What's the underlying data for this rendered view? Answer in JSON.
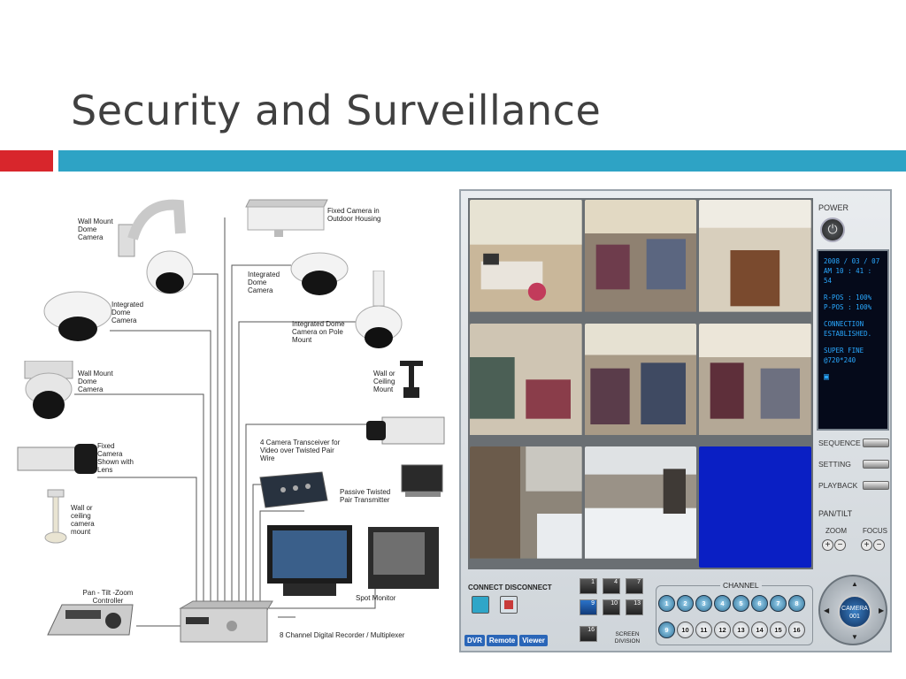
{
  "title": "Security and Surveillance",
  "colors": {
    "red_accent": "#d8262c",
    "blue_accent": "#2ea3c5",
    "title_text": "#404040",
    "status_text": "#29a8ff"
  },
  "diagram": {
    "labels": {
      "wall_mount_dome_1": "Wall Mount Dome Camera",
      "integrated_dome": "Integrated Dome Camera",
      "wall_mount_dome_2": "Wall Mount Dome Camera",
      "fixed_camera_lens": "Fixed Camera Shown with Lens",
      "wall_ceiling_mount_1": "Wall or ceiling camera mount",
      "ptz_controller": "Pan - Tilt -Zoom Controller",
      "fixed_outdoor": "Fixed Camera in Outdoor Housing",
      "integrated_dome_2": "Integrated Dome Camera",
      "integrated_dome_pole": "Integrated Dome Camera on Pole Mount",
      "wall_ceiling_mount_2": "Wall or Ceiling Mount",
      "transceiver": "4 Camera Transceiver for Video over Twisted Pair Wire",
      "passive_transmitter": "Passive Twisted Pair Transmitter",
      "spot_monitor": "Spot Monitor",
      "recorder": "8 Channel Digital Recorder / Multiplexer"
    }
  },
  "dvr": {
    "power_label": "POWER",
    "status": {
      "date": "2008 / 03 / 07",
      "time": "AM 10 : 41 : 54",
      "rpos": "R-POS : 100%",
      "ppos": "P-POS : 100%",
      "connection": "CONNECTION ESTABLISHED.",
      "quality": "SUPER FINE",
      "resolution": "@720*240"
    },
    "side_buttons": [
      "SEQUENCE",
      "SETTING",
      "PLAYBACK"
    ],
    "pan_tilt_label": "PAN/TILT",
    "zoom_label": "ZOOM",
    "focus_label": "FOCUS",
    "connect_label": "CONNECT",
    "disconnect_label": "DISCONNECT",
    "tabs": [
      "DVR",
      "Remote",
      "Viewer"
    ],
    "division_buttons": [
      "1",
      "4",
      "7",
      "9",
      "10",
      "13",
      "16"
    ],
    "screen_division_label": "SCREEN DIVISION",
    "channel_label": "CHANNEL",
    "channels_row1": [
      "1",
      "2",
      "3",
      "4",
      "5",
      "6",
      "7",
      "8"
    ],
    "channels_row2": [
      "9",
      "10",
      "11",
      "12",
      "13",
      "14",
      "15",
      "16"
    ],
    "camera_label": "CAMERA",
    "camera_number": "001"
  }
}
